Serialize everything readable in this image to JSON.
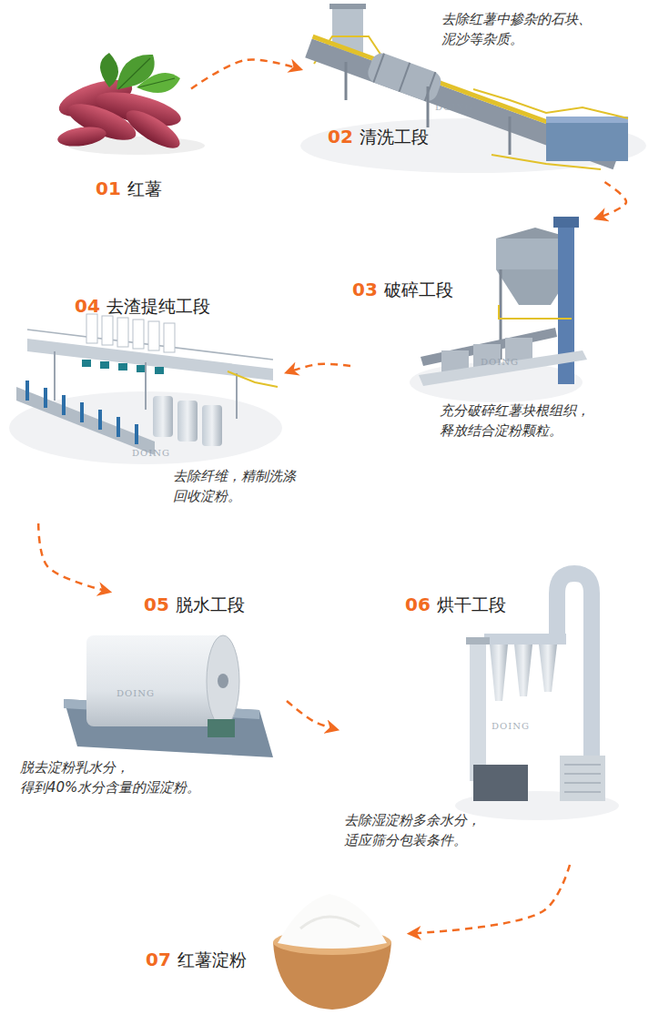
{
  "diagram": {
    "nodes": [
      {
        "text": [
          "01",
          "红薯"
        ]
      },
      {
        "text": [
          "02",
          "清洗工段",
          "去除红薯中掺杂的石块、 泥沙等杂质。"
        ]
      },
      {
        "text": [
          "03",
          "破碎工段",
          "充分破碎红薯块根组织， 释放结合淀粉颗粒。"
        ]
      },
      {
        "text": [
          "04",
          "去渣提纯工段",
          "去除纤维，精制洗涤 回收淀粉。"
        ]
      },
      {
        "text": [
          "05",
          "脱水工段",
          "脱去淀粉乳水分， 得到40%水分含量的湿淀粉。"
        ]
      },
      {
        "text": [
          "06",
          "烘干工段",
          "去除湿淀粉多余水分， 适应筛分包装条件。"
        ]
      },
      {
        "text": [
          "07",
          "红薯淀粉"
        ]
      }
    ],
    "edges": [
      {
        "from": 0,
        "to": 1,
        "arrow": "to"
      },
      {
        "from": 1,
        "to": 2,
        "arrow": "to"
      },
      {
        "from": 2,
        "to": 3,
        "arrow": "to"
      },
      {
        "from": 3,
        "to": 4,
        "arrow": "to"
      },
      {
        "from": 4,
        "to": 5,
        "arrow": "to"
      },
      {
        "from": 5,
        "to": 6,
        "arrow": "to"
      }
    ],
    "labels": [
      "DOING",
      "DOING",
      "DOING",
      "DOING",
      "DOING"
    ]
  }
}
